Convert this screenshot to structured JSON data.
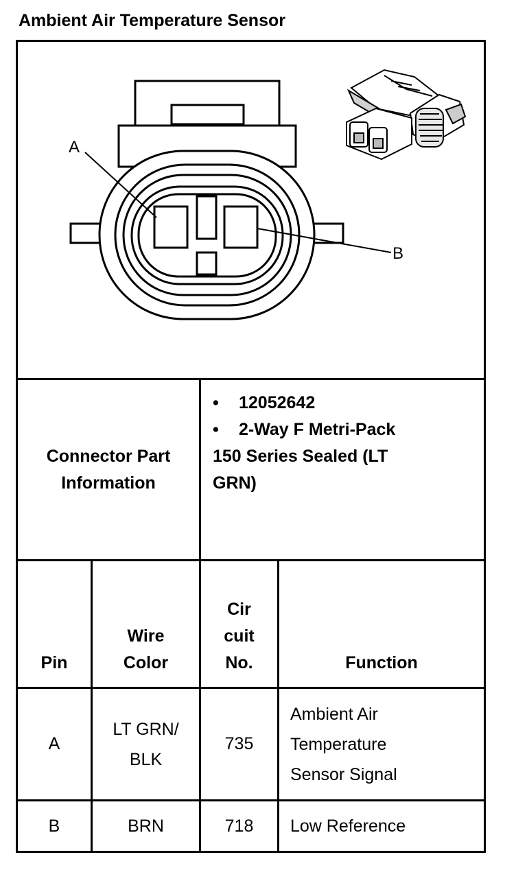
{
  "title": "Ambient Air Temperature Sensor",
  "diagram": {
    "label_a": "A",
    "label_b": "B"
  },
  "connector": {
    "header": "Connector Part Information",
    "bullets": [
      "12052642",
      "2-Way F Metri-Pack"
    ],
    "continuation": "150 Series Sealed (LT GRN)"
  },
  "table": {
    "headers": {
      "pin": "Pin",
      "wire_color": "Wire Color",
      "circuit_no": "Cir cuit No.",
      "function": "Function"
    },
    "rows": [
      {
        "pin": "A",
        "wire_color": "LT GRN/ BLK",
        "circuit": "735",
        "function": "Ambient Air Temperature Sensor Signal"
      },
      {
        "pin": "B",
        "wire_color": "BRN",
        "circuit": "718",
        "function": "Low Reference"
      }
    ]
  }
}
